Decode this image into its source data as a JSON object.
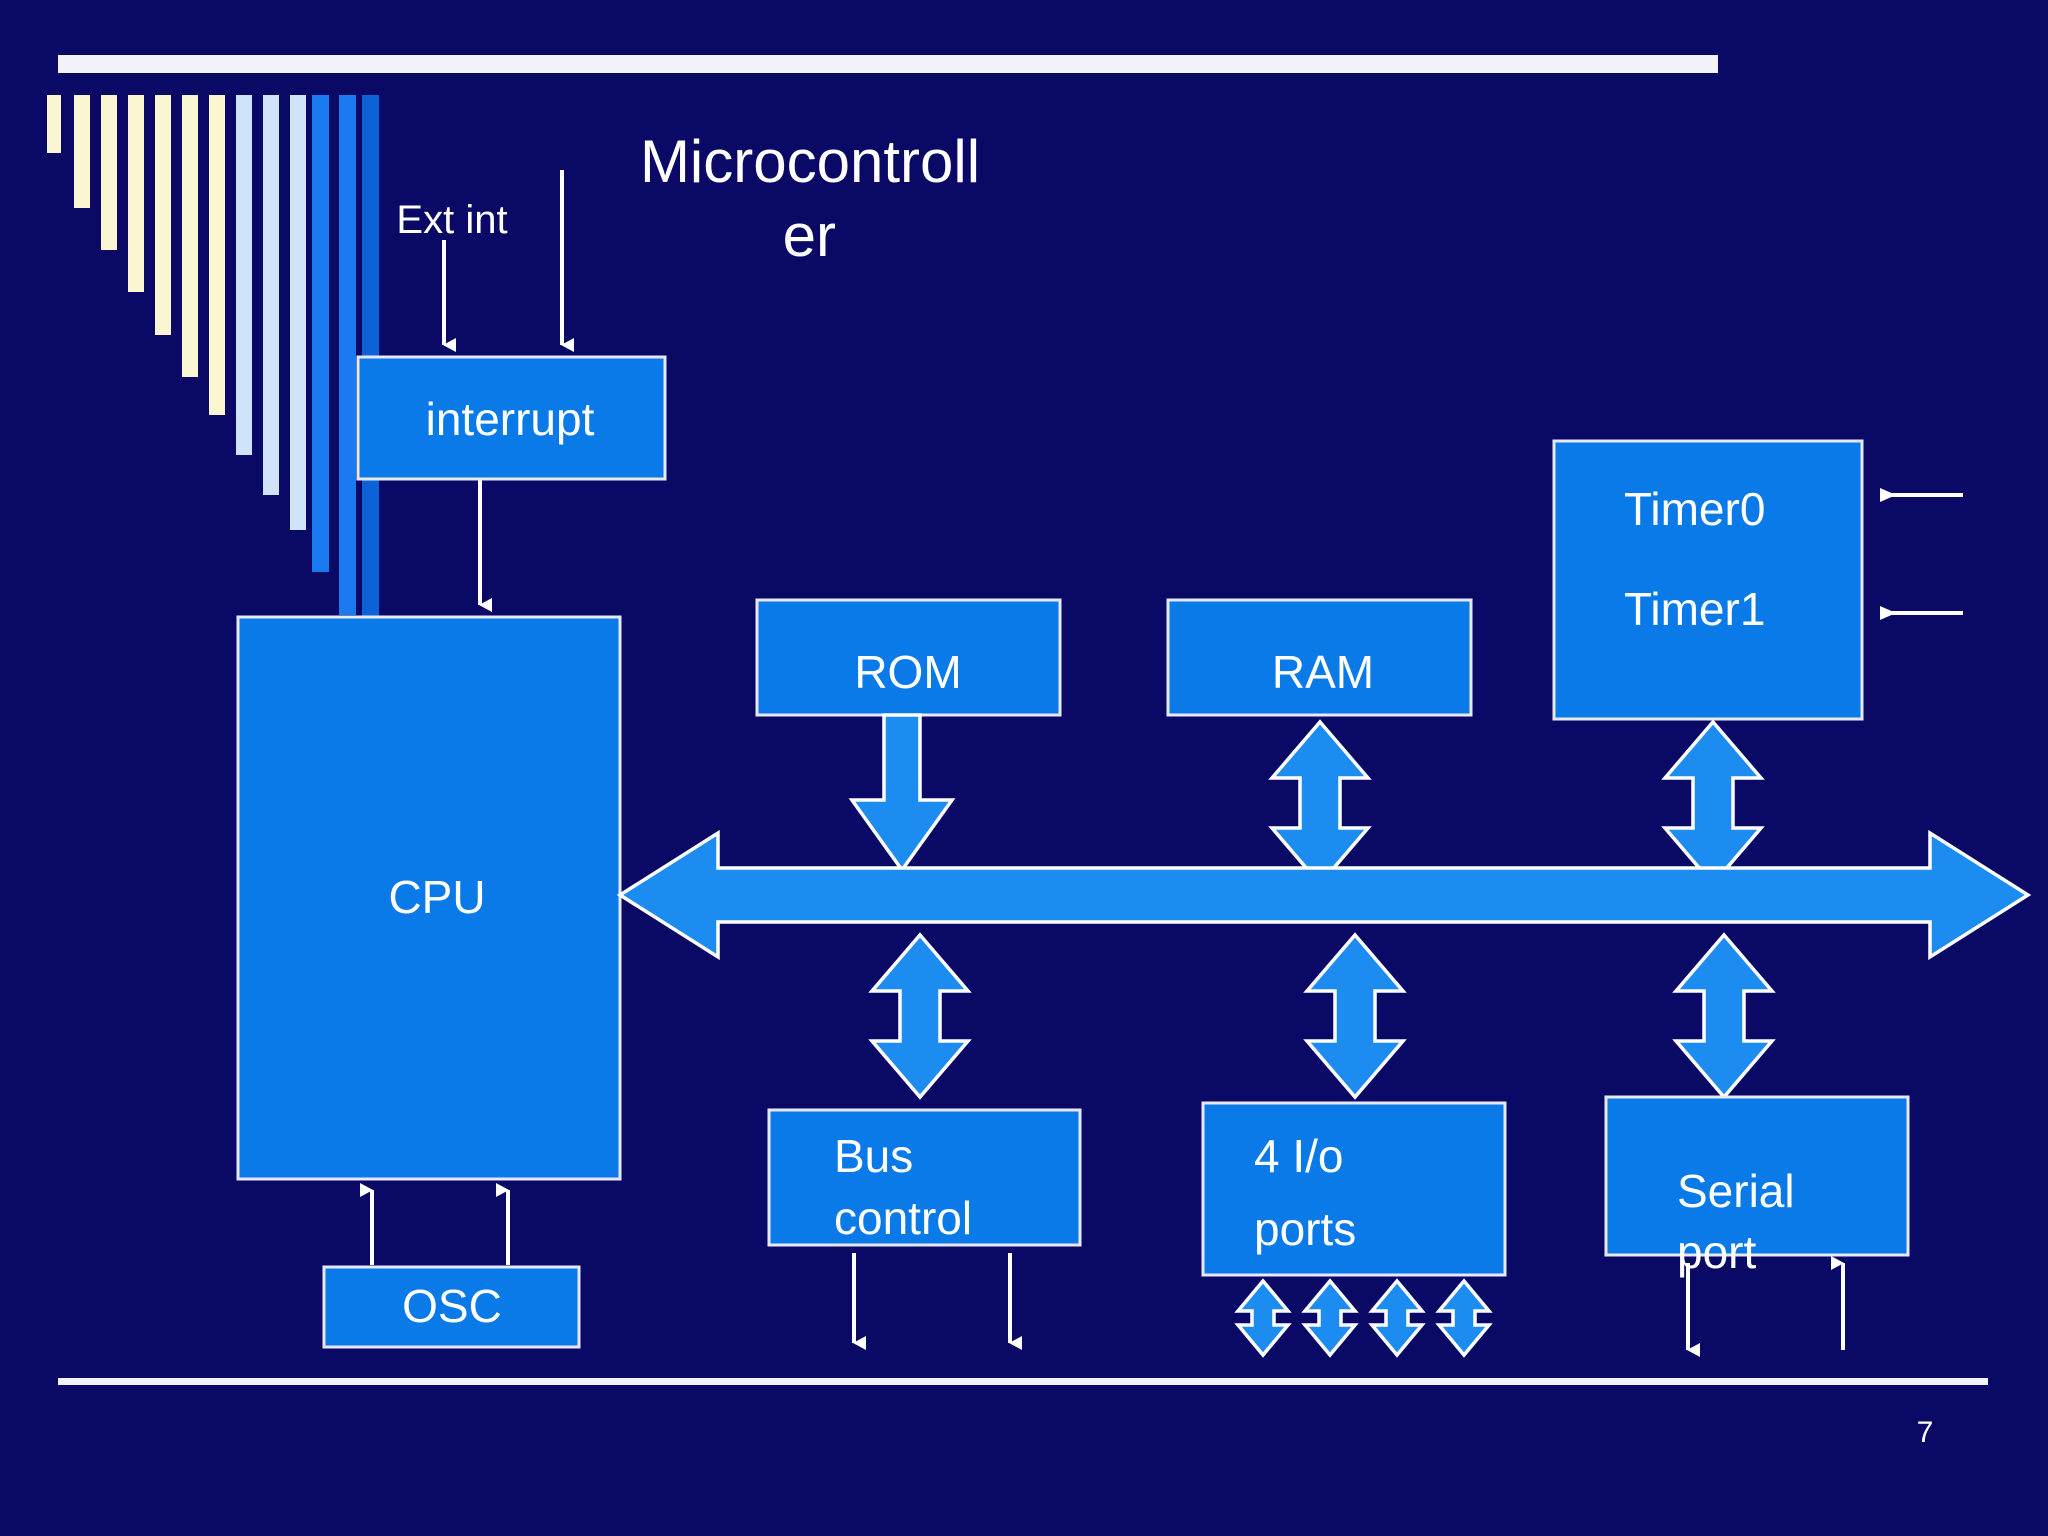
{
  "slide": {
    "title": "Microcontroller",
    "title_line1": "Microcontroll",
    "title_line2": "er",
    "page_number": "7",
    "background_color": "#0a0a66",
    "box_fill_color": "#0a7ae8",
    "box_border_color": "#e8e8f4",
    "bus_fill_color": "#1d8cf0",
    "text_color": "#ffffff"
  },
  "labels": {
    "ext_int": "Ext int"
  },
  "blocks": [
    {
      "id": "interrupt",
      "label": "interrupt"
    },
    {
      "id": "cpu",
      "label": "CPU"
    },
    {
      "id": "osc",
      "label": "OSC"
    },
    {
      "id": "rom",
      "label": "ROM"
    },
    {
      "id": "ram",
      "label": "RAM"
    },
    {
      "id": "timer",
      "label_line1": "Timer0",
      "label_line2": "Timer1"
    },
    {
      "id": "bus_control",
      "label_line1": "Bus",
      "label_line2": "control"
    },
    {
      "id": "io_ports",
      "label_line1": "4 I/o",
      "label_line2": "ports"
    },
    {
      "id": "serial_port",
      "label_line1": "Serial",
      "label_line2": "port"
    }
  ],
  "decor": {
    "bar_colors": [
      "#fbf6d2",
      "#fbf6d2",
      "#fbf6d2",
      "#fbf6d2",
      "#fbf6d2",
      "#fbf6d2",
      "#fbf6d2",
      "#cfe4fa",
      "#cfe4fa",
      "#cfe4fa",
      "#1a7bf0",
      "#1a7bf0",
      "#0e62d8"
    ]
  }
}
